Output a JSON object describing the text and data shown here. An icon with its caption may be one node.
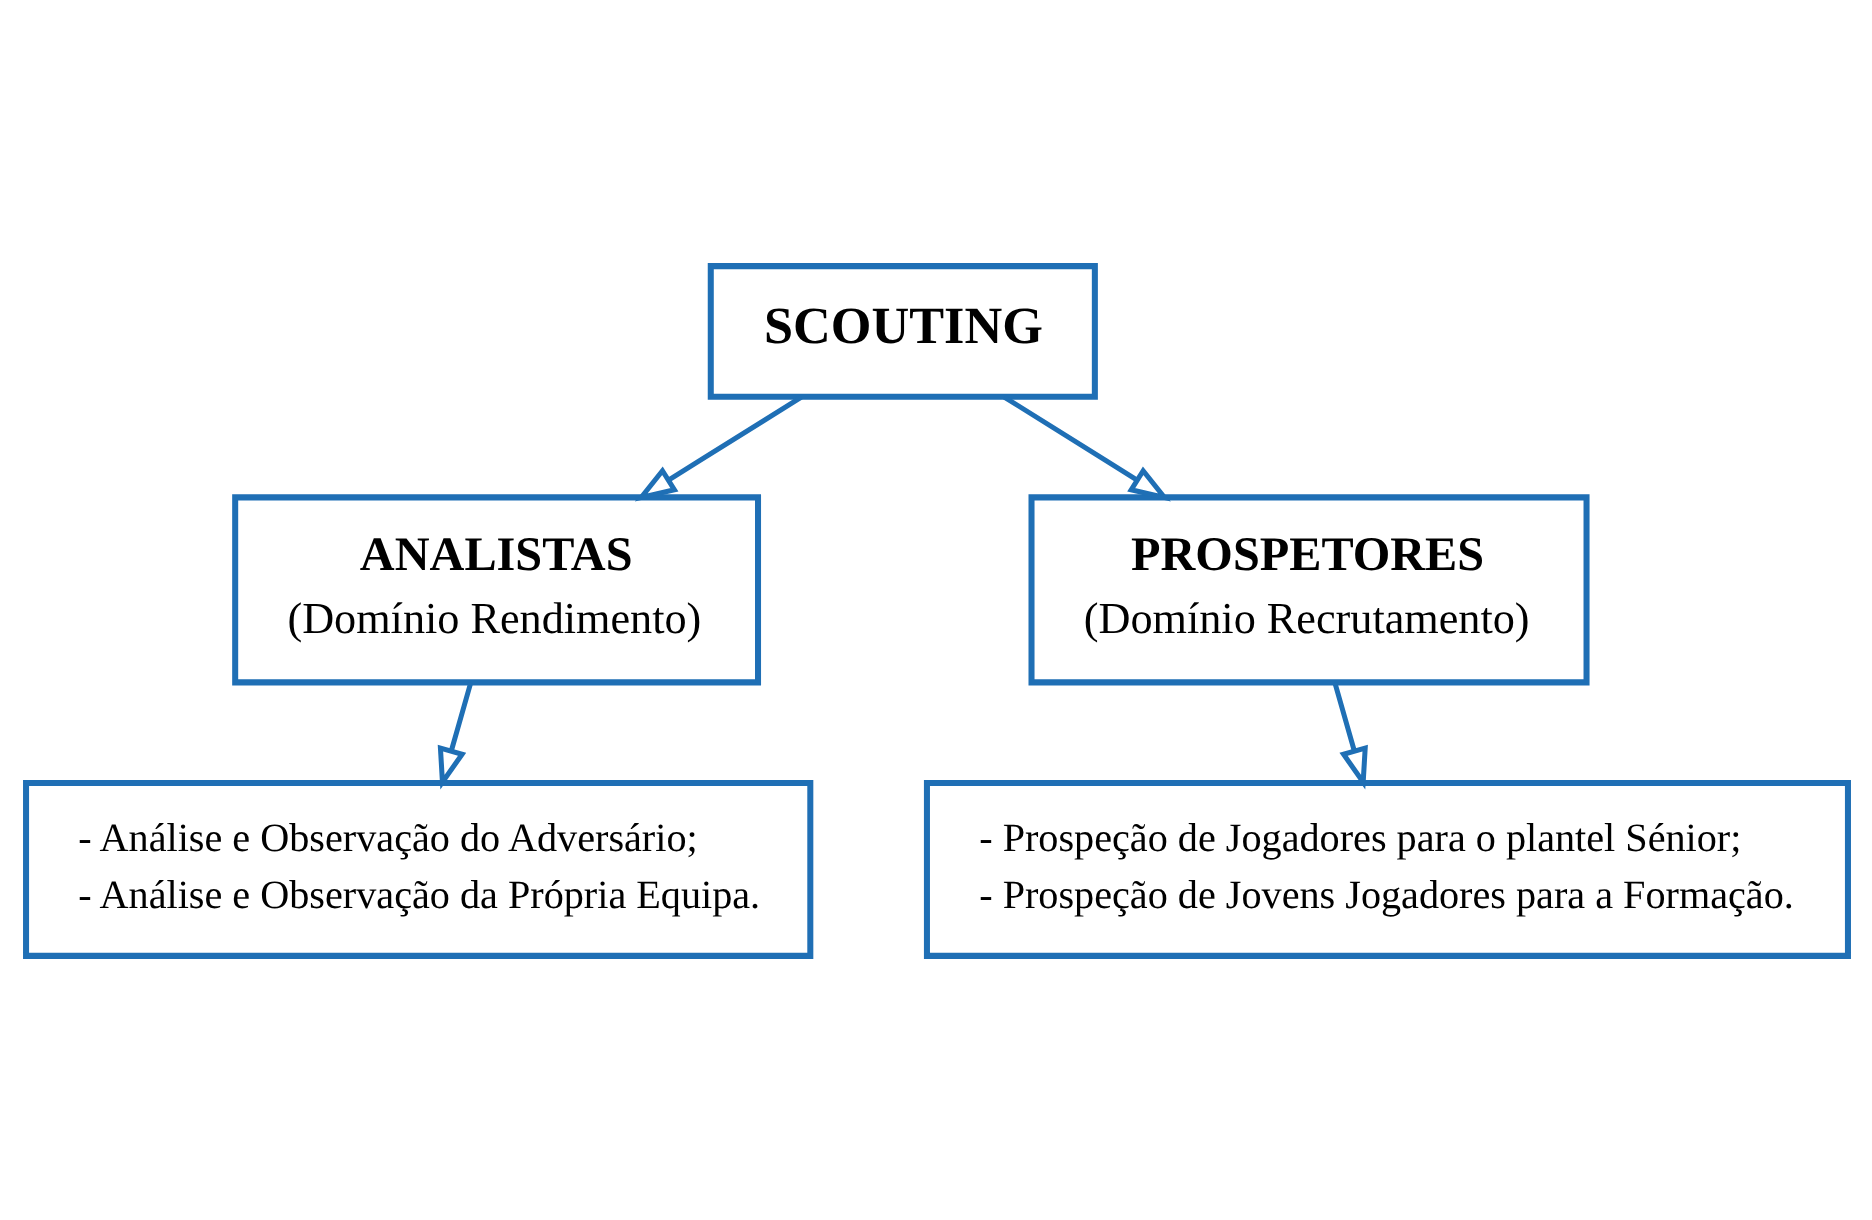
{
  "diagram": {
    "nodes": [
      {
        "text": [
          "SCOUTING"
        ]
      },
      {
        "text": [
          "ANALISTAS",
          "(Domínio Rendimento)"
        ]
      },
      {
        "text": [
          "PROSPETORES",
          "(Domínio Recrutamento)"
        ]
      },
      {
        "text": [
          "- Análise e Observação do Adversário;",
          "- Análise e Observação da Própria Equipa."
        ]
      },
      {
        "text": [
          "- Prospeção de Jogadores para o plantel Sénior;",
          "- Prospeção de Jovens Jogadores para a Formação."
        ]
      }
    ],
    "edges": [
      {
        "from": 0,
        "to": 1,
        "arrow": "to"
      },
      {
        "from": 0,
        "to": 2,
        "arrow": "to"
      },
      {
        "from": 1,
        "to": 3,
        "arrow": "to"
      },
      {
        "from": 2,
        "to": 4,
        "arrow": "to"
      }
    ]
  }
}
